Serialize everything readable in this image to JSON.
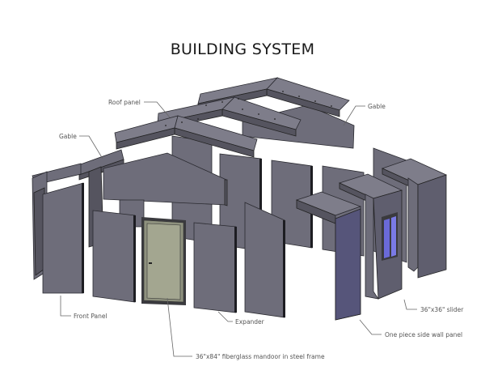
{
  "title": "BUILDING SYSTEM",
  "labels": {
    "roof_panel": "Roof panel",
    "gable_right": "Gable",
    "gable_left": "Gable",
    "front_panel": "Front Panel",
    "expander": "Expander",
    "mandoor": "36\"x84\" fiberglass mandoor in steel frame",
    "slider": "36\"x36\" slider",
    "side_wall": "One piece side wall panel"
  },
  "colors": {
    "panel": "#6e6d7a",
    "panel_light": "#7e7d8a",
    "panel_dark": "#55545f",
    "door": "#a3a690",
    "window": "#6a6ad8",
    "label_text": "#555555",
    "background": "#ffffff"
  }
}
